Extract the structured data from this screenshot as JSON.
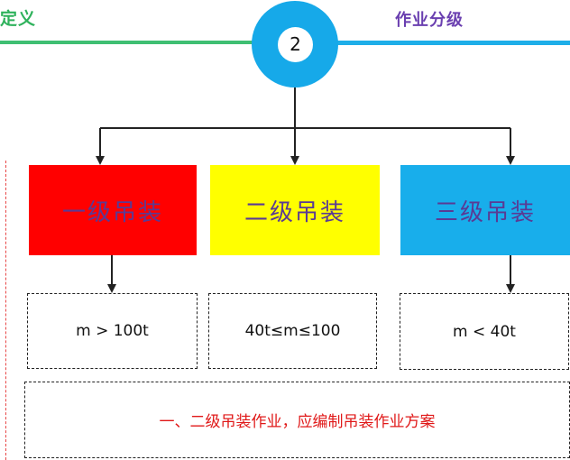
{
  "header": {
    "left_label": "定义",
    "right_label": "作业分级",
    "step_number": "2"
  },
  "levels": [
    {
      "name": "一级吊装",
      "range": "m > 100t",
      "color": "#ff0000"
    },
    {
      "name": "二级吊装",
      "range": "40t≤m≤100",
      "color": "#ffff00"
    },
    {
      "name": "三级吊装",
      "range": "m < 40t",
      "color": "#18aeeb"
    }
  ],
  "note": "一、二级吊装作业，应编制吊装作业方案",
  "colors": {
    "green": "#3fbf72",
    "blue": "#16a9e9",
    "purple": "#5a3a94"
  }
}
